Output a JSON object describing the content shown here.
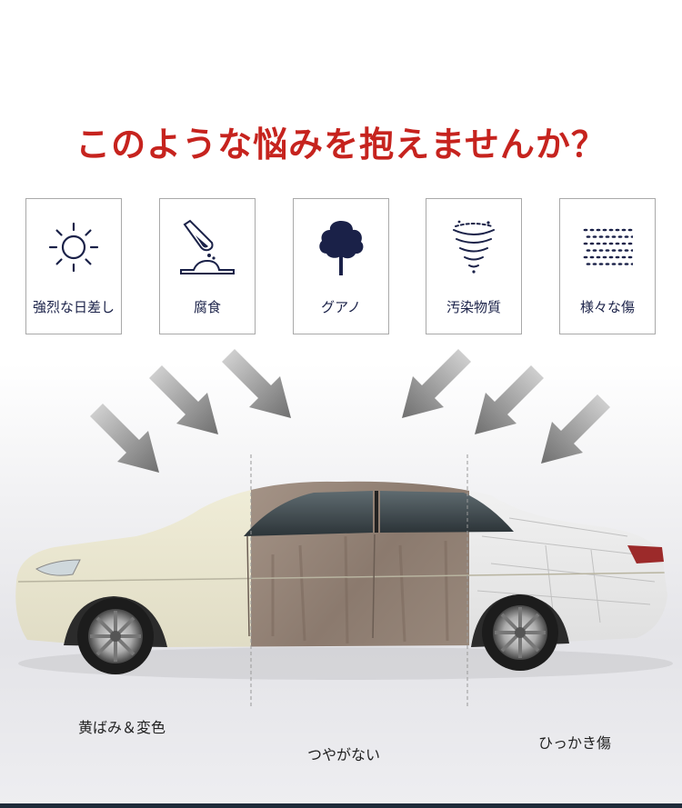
{
  "headline": "このような悩みを抱えませんか？",
  "cards": [
    {
      "icon": "sun-icon",
      "label": "強烈な日差し"
    },
    {
      "icon": "corrosion-test-tube-icon",
      "label": "腐食"
    },
    {
      "icon": "tree-icon",
      "label": "グアノ"
    },
    {
      "icon": "tornado-icon",
      "label": "汚染物質"
    },
    {
      "icon": "scratch-dots-icon",
      "label": "様々な傷"
    }
  ],
  "captions": {
    "yellowing": "黄ばみ＆変色",
    "dull": "つやがない",
    "scratches": "ひっかき傷"
  },
  "colors": {
    "headline": "#c6231e",
    "card_label": "#1a2148",
    "icon": "#1a2148",
    "arrow": "#8a8a8a"
  }
}
